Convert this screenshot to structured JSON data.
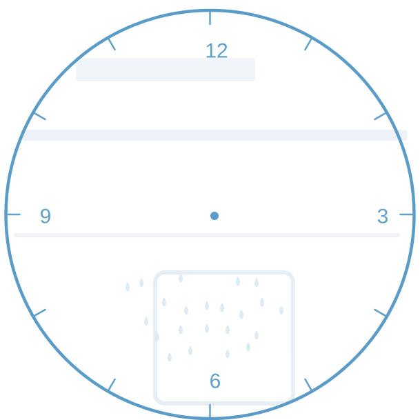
{
  "clock": {
    "numerals": {
      "twelve": "12",
      "three": "3",
      "six": "6",
      "nine": "9"
    },
    "colors": {
      "face_ring": "#5a9cc7",
      "numerals": "#5f9fc8",
      "ticks": "#5f9fc8",
      "center_dot": "#5a9cc7",
      "face_fill": "#ffffff",
      "show_through_text": "#e6eff5",
      "show_through_drops": "#dce9f1"
    }
  }
}
